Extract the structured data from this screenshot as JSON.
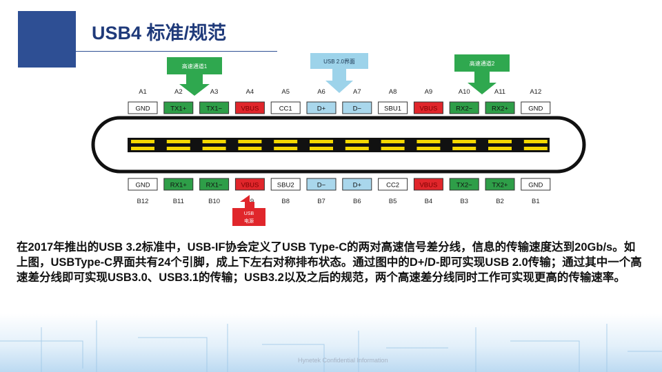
{
  "title": "USB4 标准/规范",
  "top_labels": {
    "hs_lane_1": "高速通道1",
    "usb2_interface": "USB 2.0界面",
    "hs_lane_2": "高速通道2"
  },
  "bottom_label": "USB\n电源",
  "colors": {
    "title": "#1f3a7a",
    "accent_block": "#2e4f94",
    "callout_green": "#2fa84f",
    "callout_lightblue": "#9dd3ea",
    "callout_red": "#e0262b",
    "pin_green": "#2e9e48",
    "pin_red": "#e0262b",
    "pin_lightblue": "#a9d7ec",
    "pin_white": "#ffffff",
    "contact_yellow": "#f5d800"
  },
  "top_row": [
    {
      "id": "A1",
      "label": "GND",
      "color": "white"
    },
    {
      "id": "A2",
      "label": "TX1+",
      "color": "green"
    },
    {
      "id": "A3",
      "label": "TX1−",
      "color": "green"
    },
    {
      "id": "A4",
      "label": "VBUS",
      "color": "red"
    },
    {
      "id": "A5",
      "label": "CC1",
      "color": "white"
    },
    {
      "id": "A6",
      "label": "D+",
      "color": "lightblue"
    },
    {
      "id": "A7",
      "label": "D−",
      "color": "lightblue"
    },
    {
      "id": "A8",
      "label": "SBU1",
      "color": "white"
    },
    {
      "id": "A9",
      "label": "VBUS",
      "color": "red"
    },
    {
      "id": "A10",
      "label": "RX2−",
      "color": "green"
    },
    {
      "id": "A11",
      "label": "RX2+",
      "color": "green"
    },
    {
      "id": "A12",
      "label": "GND",
      "color": "white"
    }
  ],
  "bottom_row": [
    {
      "id": "B12",
      "label": "GND",
      "color": "white"
    },
    {
      "id": "B11",
      "label": "RX1+",
      "color": "green"
    },
    {
      "id": "B10",
      "label": "RX1−",
      "color": "green"
    },
    {
      "id": "B9",
      "label": "VBUS",
      "color": "red"
    },
    {
      "id": "B8",
      "label": "SBU2",
      "color": "white"
    },
    {
      "id": "B7",
      "label": "D−",
      "color": "lightblue"
    },
    {
      "id": "B6",
      "label": "D+",
      "color": "lightblue"
    },
    {
      "id": "B5",
      "label": "CC2",
      "color": "white"
    },
    {
      "id": "B4",
      "label": "VBUS",
      "color": "red"
    },
    {
      "id": "B3",
      "label": "TX2−",
      "color": "green"
    },
    {
      "id": "B2",
      "label": "TX2+",
      "color": "green"
    },
    {
      "id": "B1",
      "label": "GND",
      "color": "white"
    }
  ],
  "description": "在2017年推出的USB 3.2标准中，USB-IF协会定义了USB Type-C的两对高速信号差分线，信息的传输速度达到20Gb/s。如上图，USBType-C界面共有24个引脚，成上下左右对称排布状态。通过图中的D+/D-即可实现USB 2.0传输；通过其中一个高速差分线即可实现USB3.0、USB3.1的传输；USB3.2以及之后的规范，两个高速差分线同时工作可实现更高的传输速率。",
  "footer": "Hynetek Confidential Information"
}
